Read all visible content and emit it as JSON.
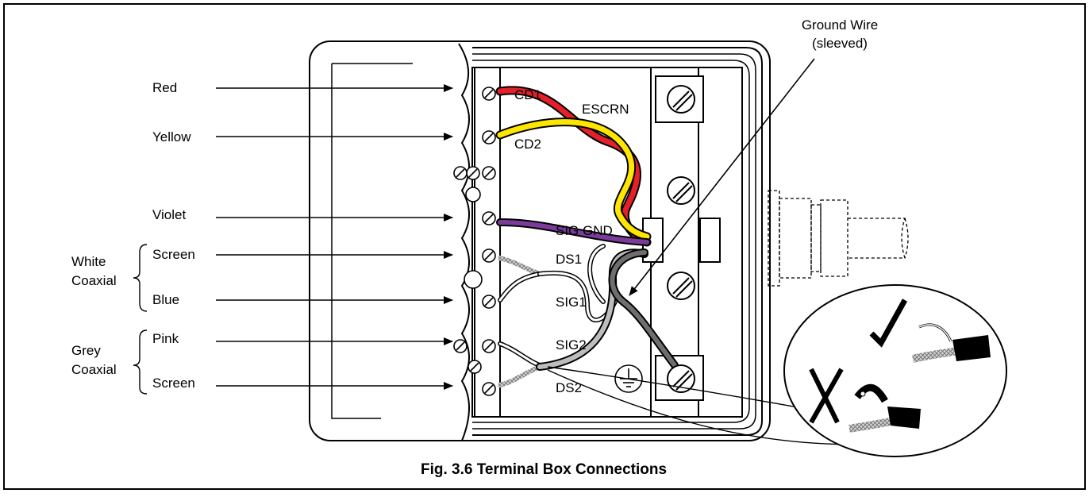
{
  "caption": "Fig. 3.6 Terminal Box Connections",
  "callout": {
    "line1": "Ground Wire",
    "line2": "(sleeved)"
  },
  "wire_labels": {
    "red": "Red",
    "yellow": "Yellow",
    "violet": "Violet",
    "white_screen": "Screen",
    "white_blue": "Blue",
    "grey_pink": "Pink",
    "grey_screen": "Screen"
  },
  "groups": {
    "white_line1": "White",
    "white_line2": "Coaxial",
    "grey_line1": "Grey",
    "grey_line2": "Coaxial"
  },
  "terminals": {
    "cd1": "CD1",
    "escrn": "ESCRN",
    "cd2": "CD2",
    "sig_gnd": "SIG GND",
    "ds1": "DS1",
    "sig1": "SIG1",
    "sig2": "SIG2",
    "ds2": "DS2"
  },
  "colors": {
    "red": "#e4202a",
    "yellow": "#ffe600",
    "violet": "#7b3b9b",
    "grey": "#a6a6a6",
    "dark_grey": "#6e6e6e"
  },
  "icons": [
    "ground-symbol-icon",
    "checkmark-icon",
    "cross-icon",
    "arrow-icon",
    "screw-icon"
  ]
}
